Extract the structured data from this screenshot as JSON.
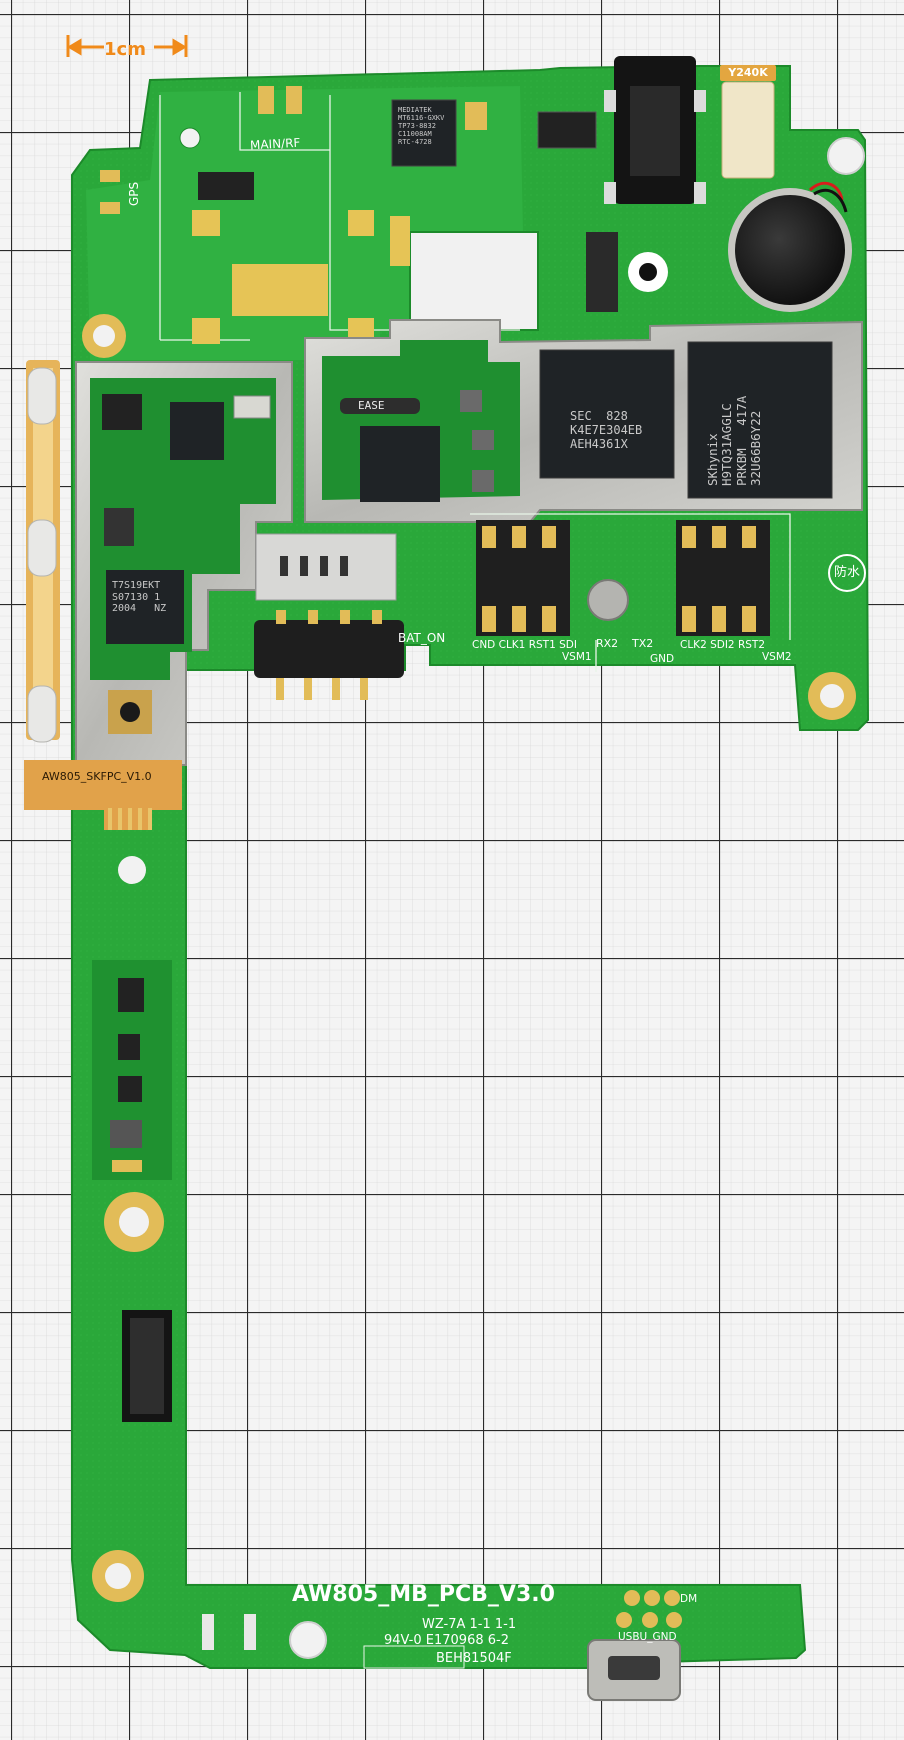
{
  "scale": {
    "label": "1cm"
  },
  "board": {
    "title": "AW805_MB_PCB_V3.0",
    "fpc_label": "AW805_SKFPC_V1.0",
    "water_mark": "防水",
    "tag": "Y240K",
    "side_silk": "MAIN/RF",
    "gps": "GPS",
    "bat": "BAT_ON",
    "usb": "USBU_GND",
    "dm": "DM",
    "cert_line1": "WZ-7A  1-1  1-1",
    "cert_line2": "94V-0  E170968   6-2",
    "cert_line3": "BEH81504F"
  },
  "sim1": {
    "row1": "CND CLK1 RST1 SDI",
    "label": "VSM1",
    "rx": "RX2"
  },
  "sim2": {
    "tx": "TX2",
    "gnd": "GND",
    "row": "CLK2 SDI2 RST2",
    "label": "VSM2"
  },
  "chips": {
    "mediatek": "MEDIATEK\nMT6116-GXKV\nTP73-8832\nC11008AM\nRTC-4728",
    "sec": "SEC  828\nK4E7E304EB\nAEH4361X",
    "skhynix": "SKhynix\nH9TQ31AGGLC\nPRKBM   417A\n32U66B6Y22",
    "pmic": "T7S19EKT\nS07130 1\n2004   NZ",
    "ease": "EASE"
  },
  "colors": {
    "pcb": "#2aa83a",
    "pcb_dark": "#1a8a2a",
    "shield": "#c8c8c4",
    "gold": "#e2bc58",
    "grid": "#2a2a2a",
    "chip": "#1f2326"
  }
}
